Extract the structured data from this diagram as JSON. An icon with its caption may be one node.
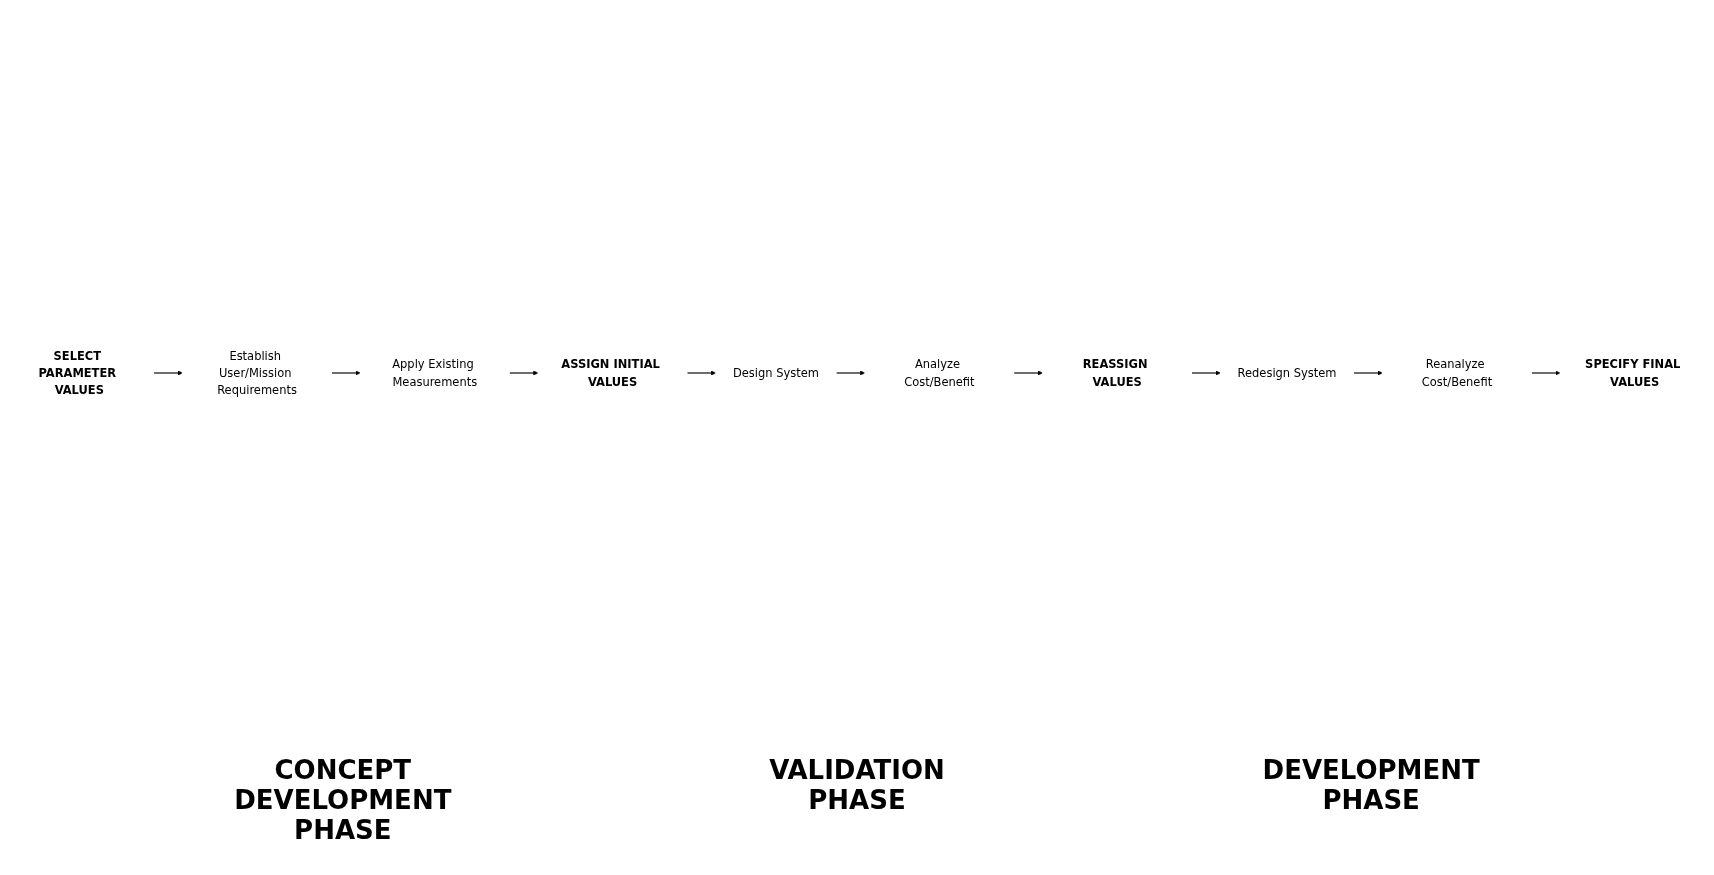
{
  "diagram": {
    "nodes": [
      {
        "text": [
          "SELECT PARAMETER VALUES"
        ]
      },
      {
        "text": [
          "ASSIGN INITIAL VALUES"
        ]
      },
      {
        "text": [
          "REASSIGN VALUES"
        ]
      },
      {
        "text": [
          "SPECIFY FINAL VALUES"
        ]
      },
      {
        "text": [
          "Establish User/Mission Requirements"
        ]
      },
      {
        "text": [
          "Apply Existing Measurements"
        ]
      },
      {
        "text": [
          "Design System"
        ]
      },
      {
        "text": [
          "Analyze Cost/Benefit"
        ]
      },
      {
        "text": [
          "Redesign System"
        ]
      },
      {
        "text": [
          "Reanalyze Cost/Benefit"
        ]
      }
    ],
    "edges": [
      {
        "from": 0,
        "to": 4,
        "arrow": "to"
      },
      {
        "from": 4,
        "to": 5,
        "arrow": "to"
      },
      {
        "from": 5,
        "to": 1,
        "arrow": "to"
      },
      {
        "from": 1,
        "to": 6,
        "arrow": "to"
      },
      {
        "from": 6,
        "to": 7,
        "arrow": "to"
      },
      {
        "from": 7,
        "to": 2,
        "arrow": "to"
      },
      {
        "from": 2,
        "to": 8,
        "arrow": "to"
      },
      {
        "from": 8,
        "to": 9,
        "arrow": "to"
      },
      {
        "from": 9,
        "to": 3,
        "arrow": "to"
      }
    ],
    "labels": [
      "CONCEPT DEVELOPMENT PHASE",
      "VALIDATION PHASE",
      "DEVELOPMENT PHASE"
    ]
  }
}
